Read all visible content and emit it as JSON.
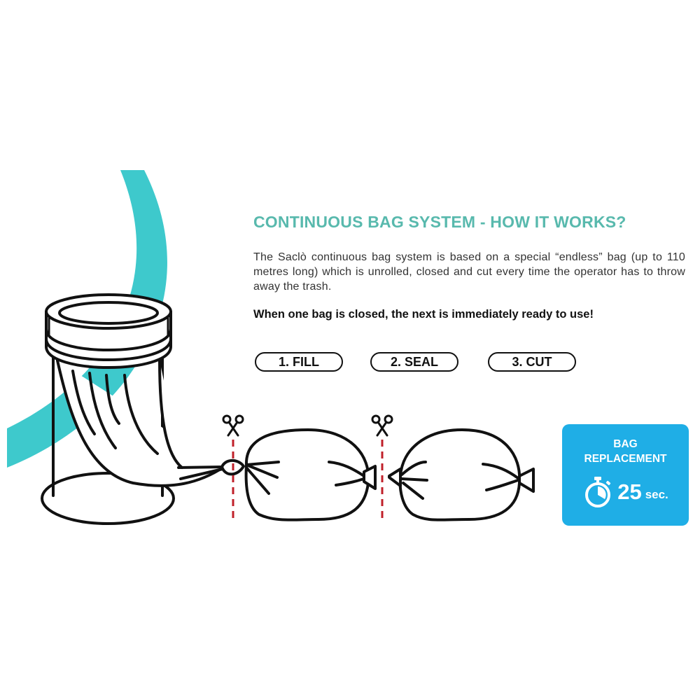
{
  "heading": {
    "title": "CONTINUOUS BAG SYSTEM - HOW IT WORKS?",
    "description": "The Saclò continuous bag system is based on a special “endless” bag (up to 110 metres long) which is unrolled, closed and cut every time the operator has to throw away the trash.",
    "tagline": "When one bag is closed, the next is immediately ready to use!"
  },
  "steps": [
    {
      "label": "1. FILL"
    },
    {
      "label": "2. SEAL"
    },
    {
      "label": "3. CUT"
    }
  ],
  "badge": {
    "title_line1": "BAG",
    "title_line2": "REPLACEMENT",
    "time_value": "25",
    "time_unit": "sec."
  },
  "colors": {
    "teal_arc": "#3ec9cc",
    "title_teal": "#58b9ad",
    "badge_blue": "#1faee6",
    "cut_line_red": "#c0202a",
    "outline": "#111111"
  },
  "icons": {
    "scissors": "scissors-icon",
    "stopwatch": "stopwatch-icon"
  }
}
